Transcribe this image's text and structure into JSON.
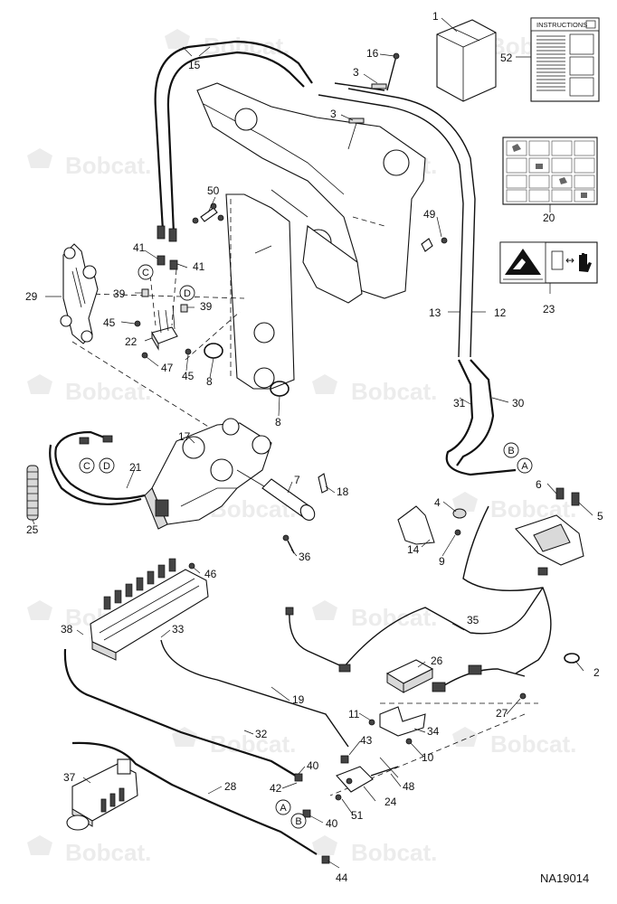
{
  "watermark_text": "Bobcat.",
  "drawing_code": "NA19014",
  "instructions_label": "INSTRUCTIONS",
  "ref_letters": {
    "c": "C",
    "d": "D",
    "a": "A",
    "b": "B"
  },
  "callouts": {
    "n1": "1",
    "n2": "2",
    "n3a": "3",
    "n3b": "3",
    "n4": "4",
    "n5": "5",
    "n6": "6",
    "n7": "7",
    "n8a": "8",
    "n8b": "8",
    "n9": "9",
    "n10": "10",
    "n11": "11",
    "n12": "12",
    "n13": "13",
    "n14": "14",
    "n15": "15",
    "n16": "16",
    "n17": "17",
    "n18": "18",
    "n19": "19",
    "n20": "20",
    "n21": "21",
    "n22": "22",
    "n23": "23",
    "n24": "24",
    "n25": "25",
    "n26": "26",
    "n27": "27",
    "n28": "28",
    "n29": "29",
    "n30": "30",
    "n31": "31",
    "n32": "32",
    "n33": "33",
    "n34": "34",
    "n35": "35",
    "n36": "36",
    "n37": "37",
    "n38": "38",
    "n39a": "39",
    "n39b": "39",
    "n40a": "40",
    "n40b": "40",
    "n41a": "41",
    "n41b": "41",
    "n42": "42",
    "n43": "43",
    "n44": "44",
    "n45a": "45",
    "n45b": "45",
    "n46": "46",
    "n47": "47",
    "n48": "48",
    "n49": "49",
    "n50": "50",
    "n51": "51",
    "n52": "52"
  }
}
